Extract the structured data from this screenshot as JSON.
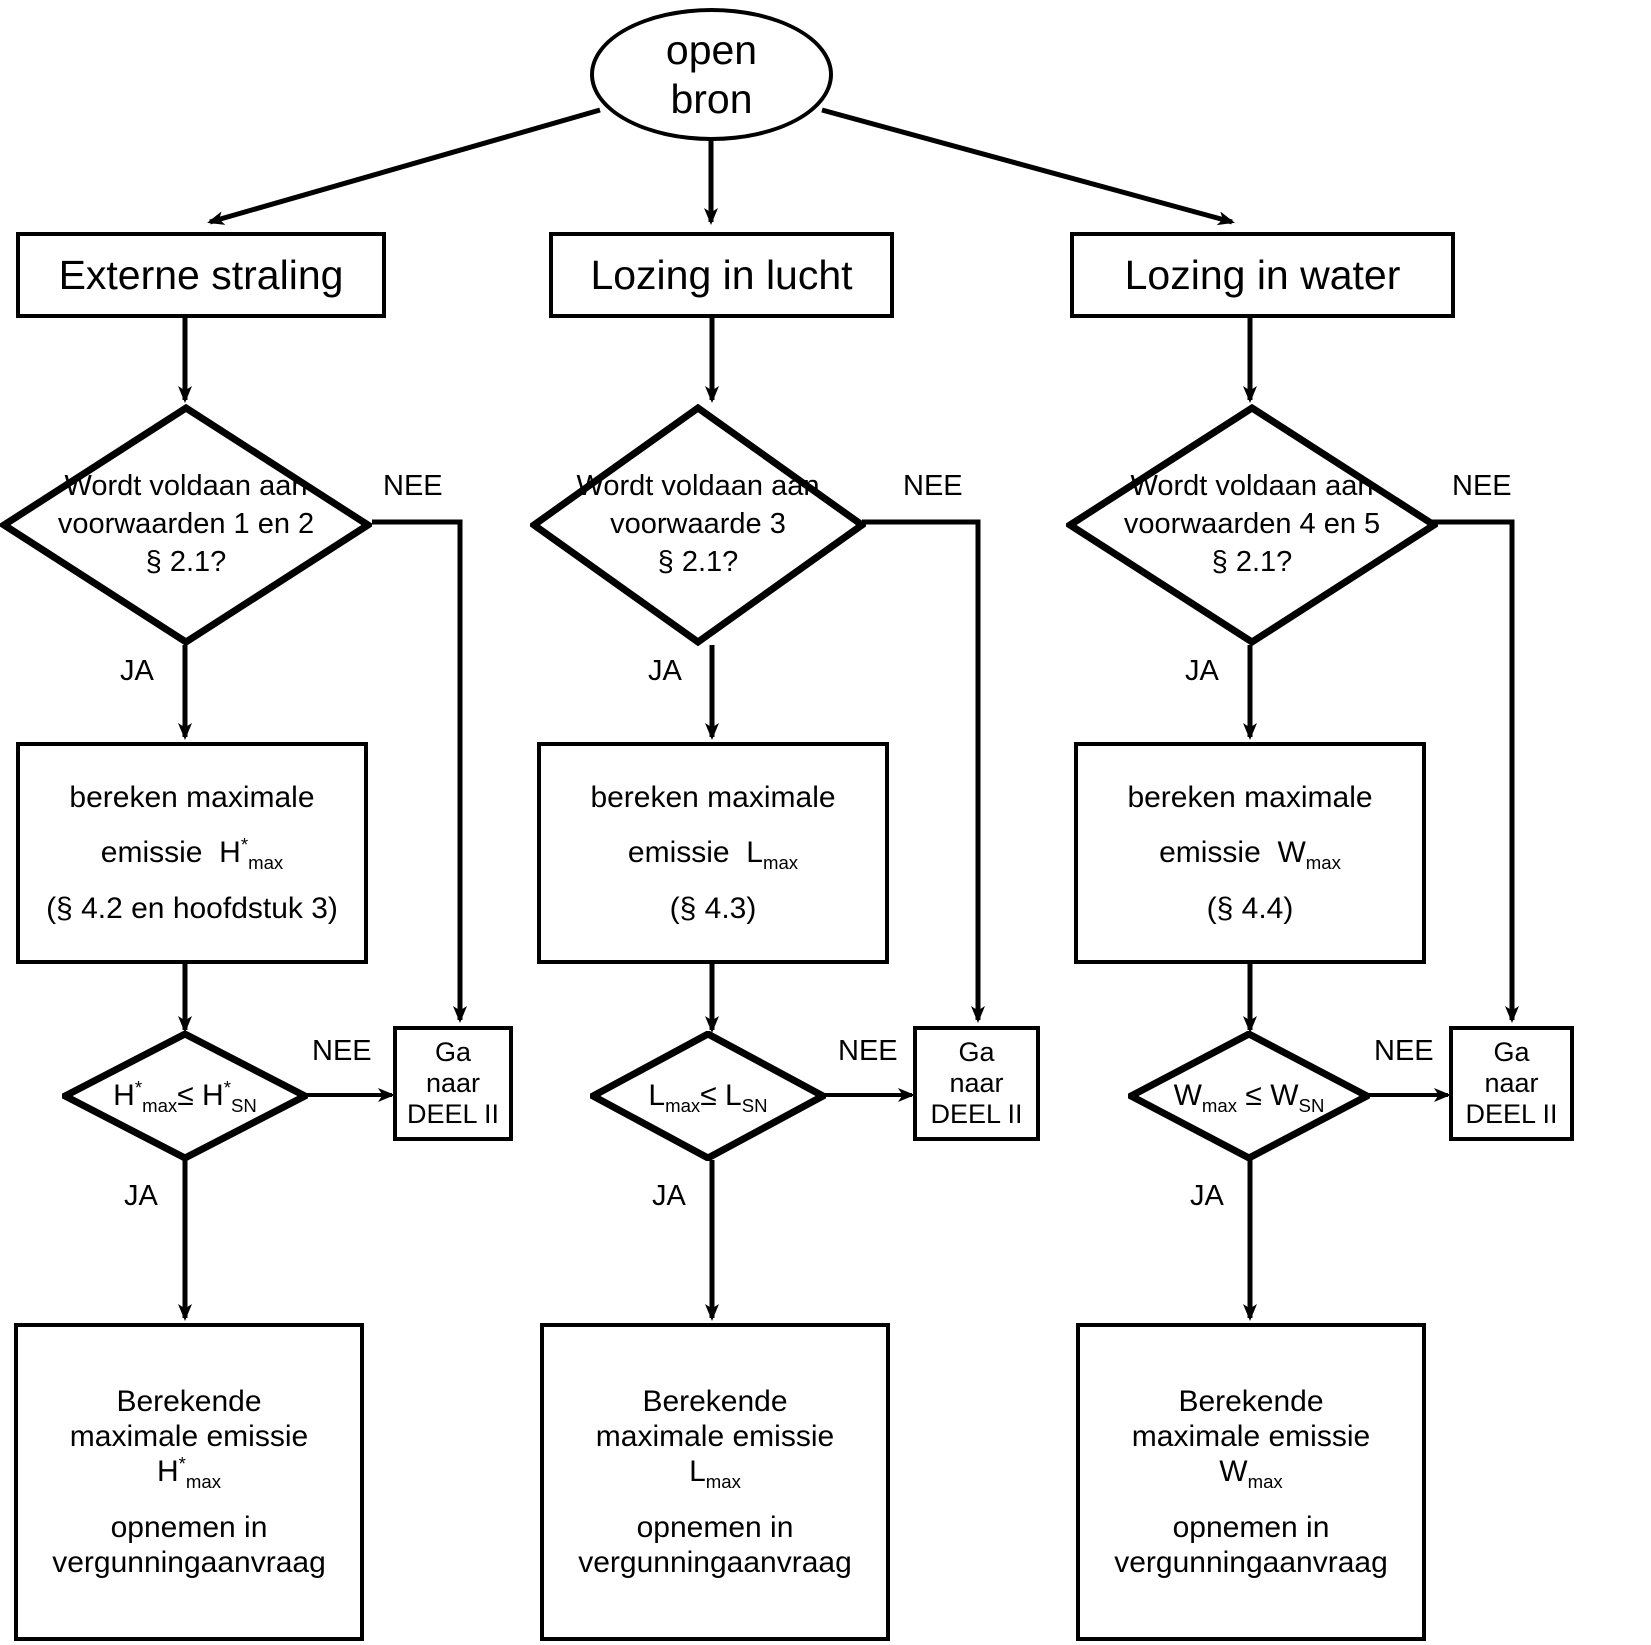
{
  "diagram": {
    "title_node": {
      "line1": "open",
      "line2": "bron"
    },
    "columns": [
      {
        "header": "Externe straling",
        "decision": {
          "line1": "Wordt voldaan aan",
          "line2": "voorwaarden 1 en 2",
          "line3": "§ 2.1?",
          "no_label": "NEE",
          "yes_label": "JA"
        },
        "process": {
          "line1": "bereken maximale",
          "line2_prefix": "emissie",
          "line2_var_base": "H",
          "line2_var_sup": "*",
          "line2_var_sub": "max",
          "line3": "(§ 4.2 en hoofdstuk 3)"
        },
        "compare": {
          "left_base": "H",
          "left_sup": "*",
          "left_sub": "max",
          "operator": "≤",
          "right_base": "H",
          "right_sup": "*",
          "right_sub": "SN",
          "no_label": "NEE",
          "yes_label": "JA"
        },
        "goto": {
          "line1": "Ga",
          "line2": "naar",
          "line3": "DEEL II"
        },
        "result": {
          "line1": "Berekende",
          "line2": "maximale emissie",
          "var_base": "H",
          "var_sup": "*",
          "var_sub": "max",
          "line4": "opnemen in",
          "line5": "vergunningaanvraag"
        }
      },
      {
        "header": "Lozing in lucht",
        "decision": {
          "line1": "Wordt voldaan aan",
          "line2": "voorwaarde 3",
          "line3": "§ 2.1?",
          "no_label": "NEE",
          "yes_label": "JA"
        },
        "process": {
          "line1": "bereken maximale",
          "line2_prefix": "emissie",
          "line2_var_base": "L",
          "line2_var_sup": "",
          "line2_var_sub": "max",
          "line3": "(§ 4.3)"
        },
        "compare": {
          "left_base": "L",
          "left_sup": "",
          "left_sub": "max",
          "operator": "≤",
          "right_base": "L",
          "right_sup": "",
          "right_sub": "SN",
          "no_label": "NEE",
          "yes_label": "JA"
        },
        "goto": {
          "line1": "Ga",
          "line2": "naar",
          "line3": "DEEL II"
        },
        "result": {
          "line1": "Berekende",
          "line2": "maximale emissie",
          "var_base": "L",
          "var_sup": "",
          "var_sub": "max",
          "line4": "opnemen in",
          "line5": "vergunningaanvraag"
        }
      },
      {
        "header": "Lozing in water",
        "decision": {
          "line1": "Wordt voldaan aan",
          "line2": "voorwaarden 4 en 5",
          "line3": "§ 2.1?",
          "no_label": "NEE",
          "yes_label": "JA"
        },
        "process": {
          "line1": "bereken maximale",
          "line2_prefix": "emissie",
          "line2_var_base": "W",
          "line2_var_sup": "",
          "line2_var_sub": "max",
          "line3": "(§ 4.4)"
        },
        "compare": {
          "left_base": "W",
          "left_sup": "",
          "left_sub": "max",
          "operator": "≤",
          "right_base": "W",
          "right_sup": "",
          "right_sub": "SN",
          "no_label": "NEE",
          "yes_label": "JA"
        },
        "goto": {
          "line1": "Ga",
          "line2": "naar",
          "line3": "DEEL II"
        },
        "result": {
          "line1": "Berekende",
          "line2": "maximale emissie",
          "var_base": "W",
          "var_sup": "",
          "var_sub": "max",
          "line4": "opnemen in",
          "line5": "vergunningaanvraag"
        }
      }
    ],
    "colors": {
      "stroke": "#000000",
      "background": "#ffffff"
    }
  }
}
